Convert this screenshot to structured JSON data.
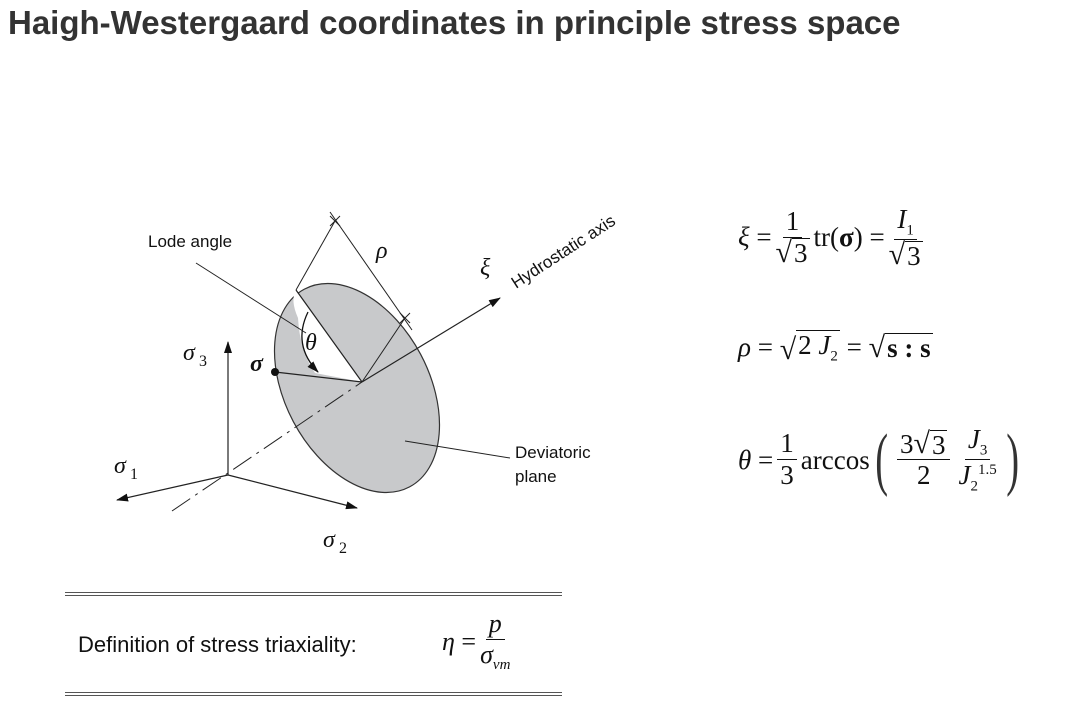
{
  "title": "Haigh-Westergaard coordinates in principle stress space",
  "diagram": {
    "lode_angle_label": "Lode angle",
    "hydrostatic_axis_label": "Hydrostatic axis",
    "deviatoric_plane_line1": "Deviatoric",
    "deviatoric_plane_line2": "plane",
    "rho": "ρ",
    "xi": "ξ",
    "theta": "θ",
    "sigma": "σ",
    "sigma_sym": "σ",
    "sub1": "1",
    "sub2": "2",
    "sub3": "3",
    "plane_fill": "#c8c9cb"
  },
  "formulas": {
    "xi": {
      "lhs": "ξ",
      "eq": "=",
      "one": "1",
      "root": "√",
      "three": "3",
      "tr": "tr(",
      "sigma": "σ",
      "close": ")",
      "I": "I",
      "I_sub": "1"
    },
    "rho": {
      "lhs": "ρ",
      "eq": "=",
      "root": "√",
      "two": "2",
      "J": "J",
      "J_sub": "2",
      "ss": "s : s"
    },
    "theta": {
      "lhs": "θ",
      "eq": "=",
      "one": "1",
      "three": "3",
      "arccos": "arccos",
      "lparen": "(",
      "rparen": ")",
      "num": "3",
      "root": "√",
      "rad": "3",
      "two": "2",
      "J": "J",
      "J3_sub": "3",
      "J2_sub": "2",
      "exp": "1.5"
    }
  },
  "triaxiality": {
    "label": "Definition of stress triaxiality:",
    "eta": "η",
    "eq": "=",
    "p": "p",
    "sigma": "σ",
    "vm": "vm"
  }
}
